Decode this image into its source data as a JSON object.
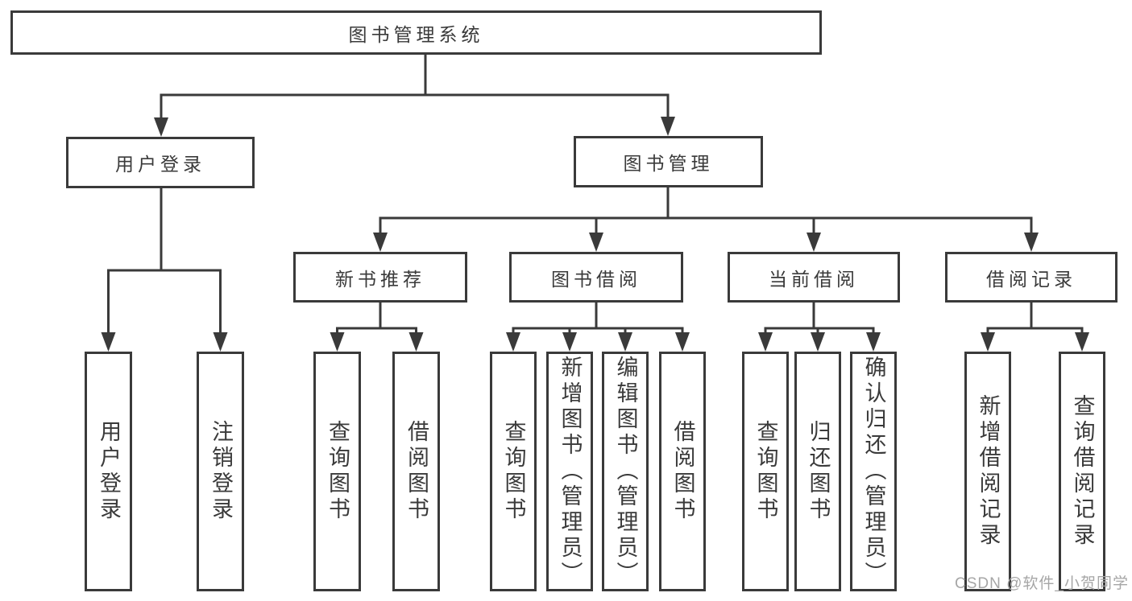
{
  "nodes": {
    "root": "图书管理系统",
    "level2": {
      "user_login": "用户登录",
      "book_management": "图书管理"
    },
    "level3": {
      "new_book_recommendation": "新书推荐",
      "book_borrowing": "图书借阅",
      "current_borrowing": "当前借阅",
      "borrowing_records": "借阅记录"
    },
    "leaves": {
      "user_login": [
        "用户登录",
        "注销登录"
      ],
      "new_book_recommendation": [
        "查询图书",
        "借阅图书"
      ],
      "book_borrowing": [
        "查询图书",
        "新增图书（管理员）",
        "编辑图书（管理员）",
        "借阅图书"
      ],
      "current_borrowing": [
        "查询图书",
        "归还图书",
        "确认归还（管理员）"
      ],
      "borrowing_records": [
        "新增借阅记录",
        "查询借阅记录"
      ]
    }
  },
  "watermark": "CSDN @软件_小贺同学",
  "colors": {
    "line": "#3a3a3a",
    "text": "#3a3a3a",
    "box_background": "#ffffff",
    "page_background": "#ffffff",
    "watermark": "#a6a6a6"
  }
}
